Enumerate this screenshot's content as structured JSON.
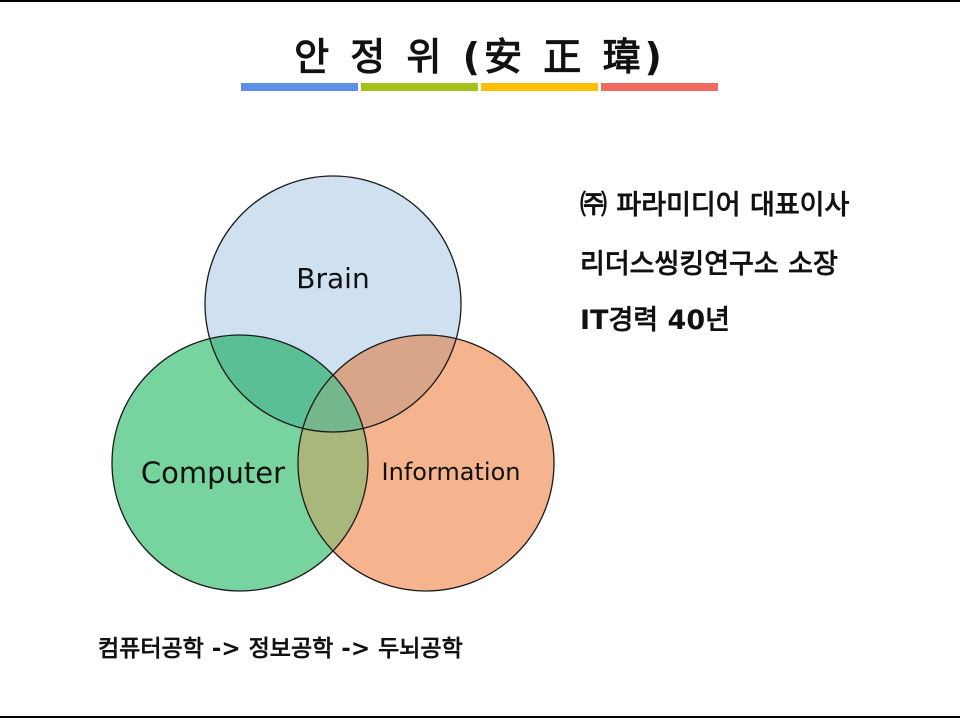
{
  "title": "안 정 위 (安 正 瑋)",
  "accent_bar_colors": [
    "#5b8fe8",
    "#a6c21a",
    "#ffbf00",
    "#ef6b5f"
  ],
  "venn": {
    "circles": [
      {
        "label": "Brain",
        "fill": "#cfe0f1"
      },
      {
        "label": "Computer",
        "fill": "#77d49e"
      },
      {
        "label": "Information",
        "fill": "#f5b48d"
      }
    ],
    "overlap_colors": {
      "brain_computer": "#5bbf96",
      "brain_information": "#d9a588",
      "computer_information": "#a9b77a",
      "center": "#74b78a"
    }
  },
  "profile": {
    "lines": [
      "㈜ 파라미디어 대표이사",
      "리더스씽킹연구소 소장",
      "IT경력 40년"
    ]
  },
  "caption": "컴퓨터공학 -> 정보공학 -> 두뇌공학"
}
